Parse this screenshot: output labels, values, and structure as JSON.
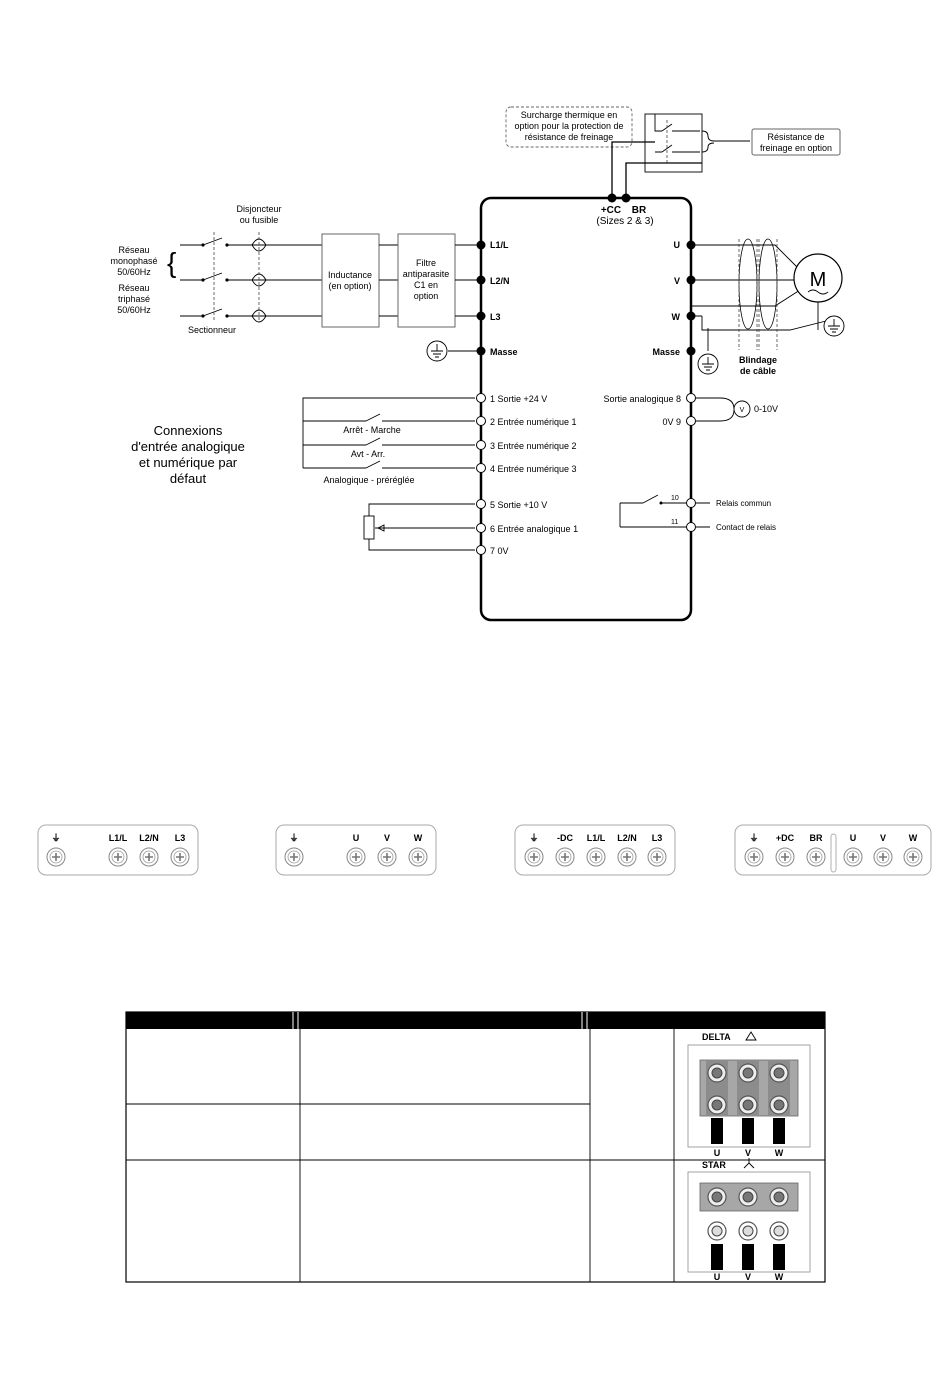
{
  "wiring": {
    "thermal_note": [
      "Surcharge thermique en",
      "option pour la protection de",
      "résistance de freinage"
    ],
    "brake_resistor": [
      "Résistance de",
      "freinage en option"
    ],
    "top_terminals": {
      "plus_cc": "+CC",
      "br": "BR",
      "sizes": "(Sizes 2 & 3)"
    },
    "breaker": [
      "Disjoncteur",
      "ou fusible"
    ],
    "mains_single": [
      "Réseau",
      "monophasé",
      "50/60Hz"
    ],
    "mains_three": [
      "Réseau",
      "triphasé",
      "50/60Hz"
    ],
    "isolator": "Sectionneur",
    "inductor": [
      "Inductance",
      "(en option)"
    ],
    "filter": [
      "Filtre",
      "antiparasite",
      "C1 en",
      "option"
    ],
    "input_terminals": [
      "L1/L",
      "L2/N",
      "L3",
      "Masse"
    ],
    "output_terminals": [
      "U",
      "V",
      "W",
      "Masse"
    ],
    "motor": "M",
    "shield": [
      "Blindage",
      "de câble"
    ],
    "control_title": [
      "Connexions",
      "d'entrée analogique",
      "et numérique par",
      "défaut"
    ],
    "left_io": [
      "1  Sortie +24 V",
      "2 Entrée numérique 1",
      "3 Entrée numérique 2",
      "4 Entrée numérique 3",
      "5  Sortie +10 V",
      "6 Entrée analogique 1",
      "7 0V"
    ],
    "switch_labels": [
      "Arrêt - Marche",
      "Avt - Arr.",
      "Analogique - préréglée"
    ],
    "right_io": [
      "Sortie analogique 8",
      "0V 9"
    ],
    "voltmeter": "V",
    "voltmeter_range": "0-10V",
    "relay_numbers": [
      "10",
      "11"
    ],
    "relay_labels": [
      "Relais commun",
      "Contact de relais"
    ]
  },
  "terminal_blocks": [
    {
      "labels": [
        "⏚",
        "L1/L",
        "L2/N",
        "L3"
      ]
    },
    {
      "labels": [
        "⏚",
        "U",
        "V",
        "W"
      ]
    },
    {
      "labels": [
        "⏚",
        "-DC",
        "L1/L",
        "L2/N",
        "L3"
      ]
    },
    {
      "labels": [
        "⏚",
        "+DC",
        "BR",
        "U",
        "V",
        "W"
      ]
    }
  ],
  "motor_table": {
    "delta_label": "DELTA",
    "star_label": "STAR",
    "phases": [
      "U",
      "V",
      "W"
    ]
  },
  "colors": {
    "line": "#000000",
    "box_border": "#666666",
    "table_header": "#000000"
  }
}
